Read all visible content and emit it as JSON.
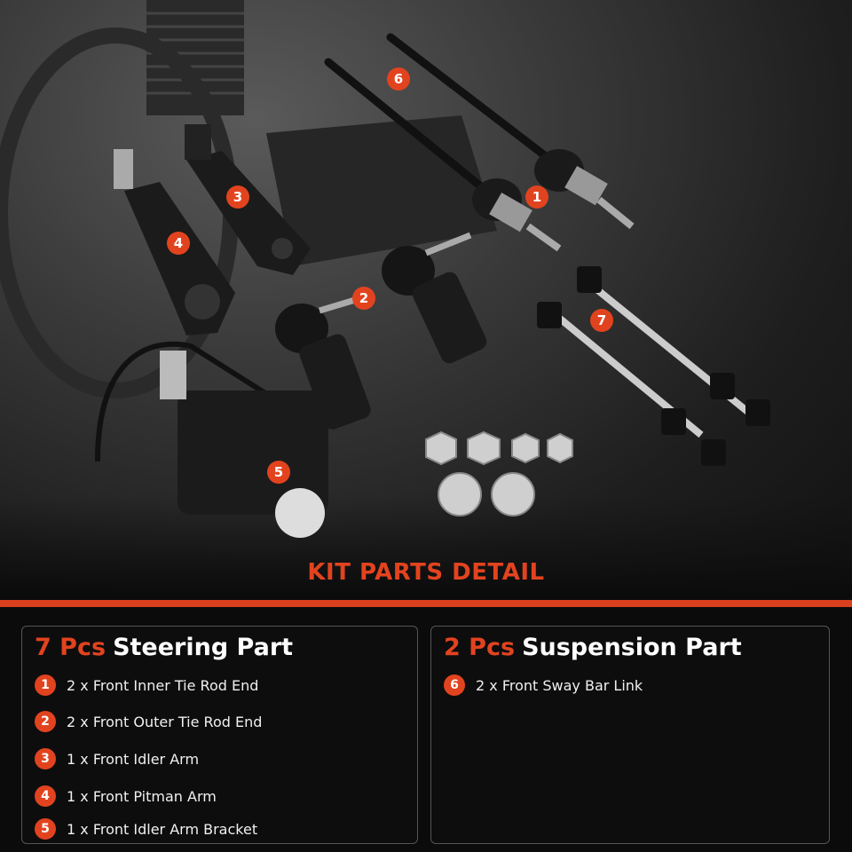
{
  "photo_badges": [
    {
      "id": "1",
      "label": "1"
    },
    {
      "id": "2",
      "label": "2"
    },
    {
      "id": "3",
      "label": "3"
    },
    {
      "id": "4",
      "label": "4"
    },
    {
      "id": "5",
      "label": "5"
    },
    {
      "id": "6",
      "label": "6"
    },
    {
      "id": "7",
      "label": "7"
    }
  ],
  "kit_title": "KIT PARTS DETAIL",
  "steering": {
    "count": "7 Pcs",
    "title": "Steering Part",
    "items": [
      {
        "num": "1",
        "text": "2 x Front Inner Tie Rod End"
      },
      {
        "num": "2",
        "text": "2 x Front Outer Tie Rod End"
      },
      {
        "num": "3",
        "text": "1 x Front Idler Arm"
      },
      {
        "num": "4",
        "text": "1 x Front Pitman Arm"
      },
      {
        "num": "5",
        "text": "1 x Front Idler Arm Bracket"
      }
    ]
  },
  "suspension": {
    "count": "2 Pcs",
    "title": "Suspension Part",
    "items": [
      {
        "num": "6",
        "text": "2 x Front Sway Bar Link"
      }
    ]
  },
  "colors": {
    "accent": "#e2431f",
    "background": "#0b0b0b",
    "panel_border": "#555555",
    "text": "#ffffff"
  }
}
